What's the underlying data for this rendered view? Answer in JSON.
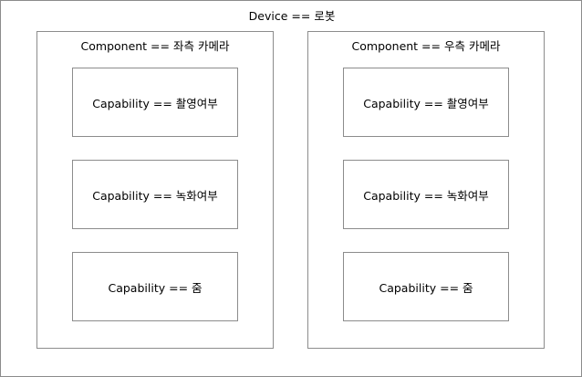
{
  "device": {
    "title": "Device  == 로봇"
  },
  "components": [
    {
      "title": "Component == 좌측 카메라",
      "capabilities": [
        "Capability  == 촬영여부",
        "Capability  == 녹화여부",
        "Capability  == 줌"
      ]
    },
    {
      "title": "Component == 우측 카메라",
      "capabilities": [
        "Capability  == 촬영여부",
        "Capability  == 녹화여부",
        "Capability  == 줌"
      ]
    }
  ]
}
